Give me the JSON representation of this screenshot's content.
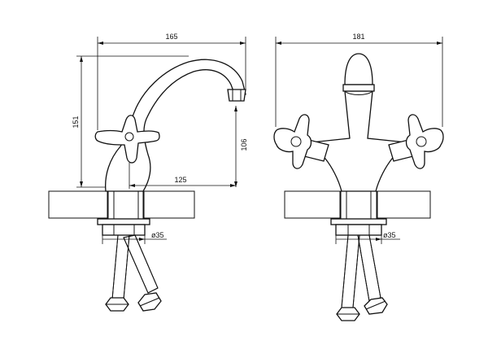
{
  "dimensions": {
    "side_width": "165",
    "side_height": "151",
    "side_spout_height": "106",
    "side_reach": "125",
    "side_diameter": "ø35",
    "front_width": "181",
    "front_diameter": "ø35"
  }
}
